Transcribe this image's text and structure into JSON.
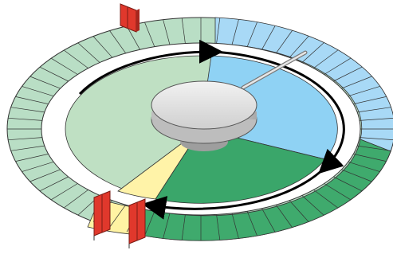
{
  "diagram": {
    "colors": {
      "outer_ring_green": "#b9dec5",
      "outer_ring_blue": "#a8d9f6",
      "outer_ring_dark_green": "#3faa6d",
      "outer_ring_yellow": "#fff3a3",
      "white_track": "#ffffff",
      "inner_light_green": "#bfe0c3",
      "inner_blue": "#8fd2f4",
      "inner_dark_green": "#3aa66a",
      "inner_yellow": "#fff3a8",
      "hub_gray": "#dcdcdc",
      "arrow_black": "#000000",
      "marker_red": "#e0382c"
    },
    "sectors": [
      {
        "name": "light-green-sector",
        "color": "#bfe0c3"
      },
      {
        "name": "blue-sector",
        "color": "#8fd2f4"
      },
      {
        "name": "dark-green-sector",
        "color": "#3aa66a"
      },
      {
        "name": "yellow-sector",
        "color": "#fff3a8"
      }
    ],
    "icons": [
      "central-hub-icon",
      "pointer-arm-icon",
      "red-marker-top-icon",
      "red-gate-bottom-icon",
      "flow-arrow-icon"
    ]
  }
}
